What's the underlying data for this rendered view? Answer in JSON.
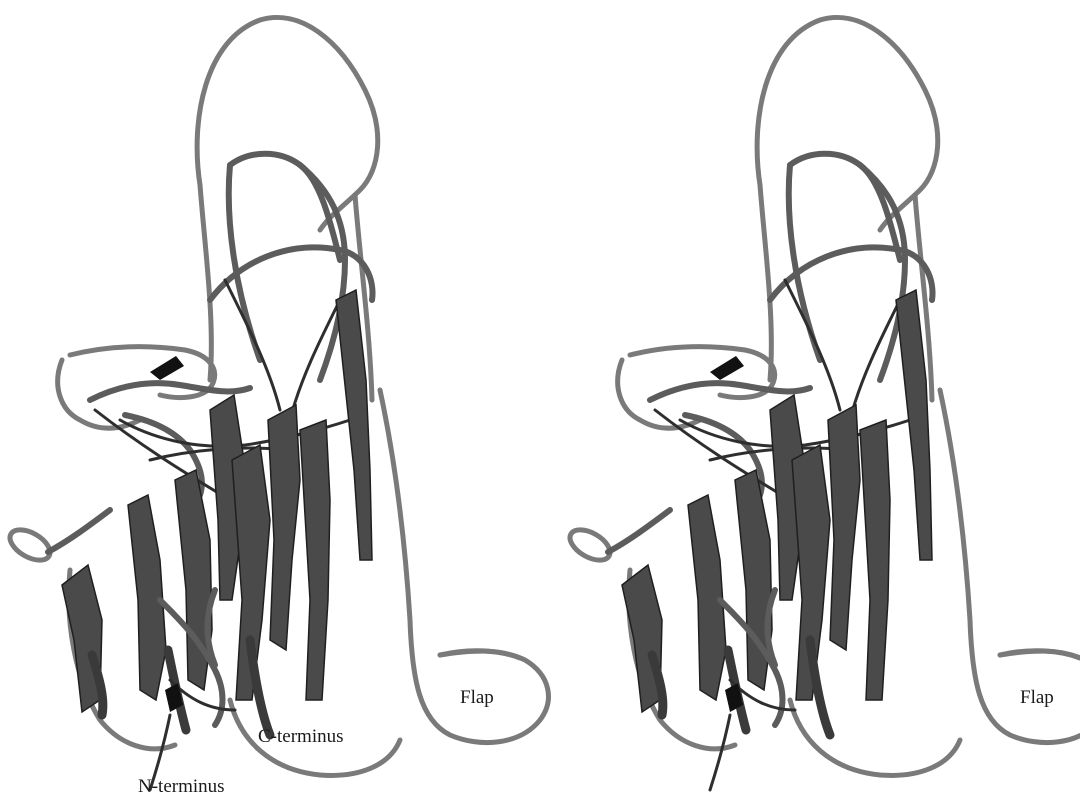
{
  "figure": {
    "left_panel": {
      "labels": {
        "flap": "Flap",
        "c_terminus": "C-terminus",
        "n_terminus": "N-terminus"
      }
    },
    "right_panel": {
      "labels": {
        "flap": "Flap"
      }
    }
  }
}
